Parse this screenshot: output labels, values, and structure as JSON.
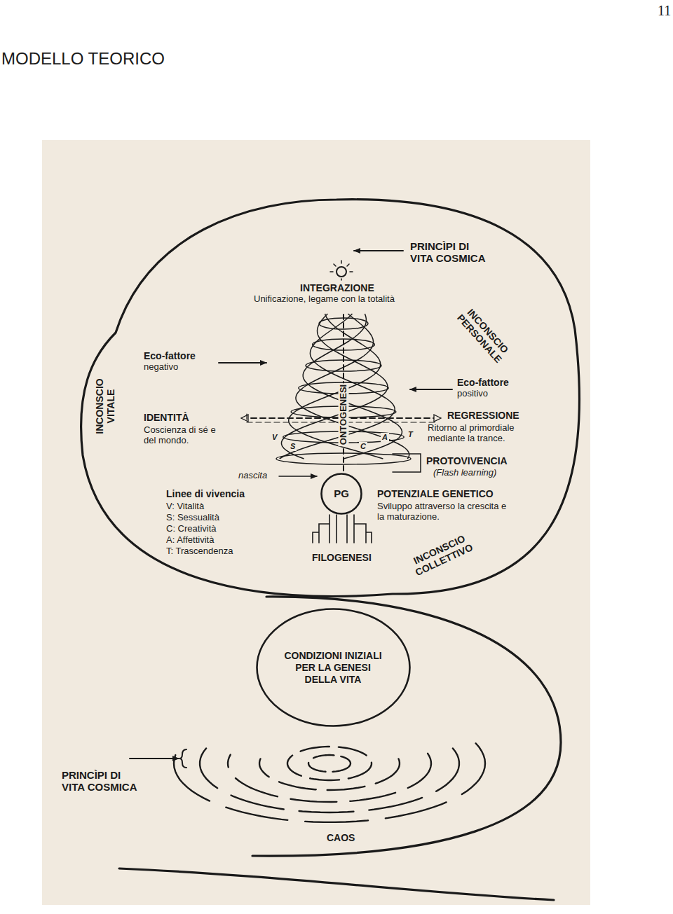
{
  "diagram": {
    "title": "MODELLO TEORICO",
    "nodes": [
      {
        "text": [
          "PG"
        ]
      },
      {
        "text": [
          "CONDIZIONI INIZIALI PER LA GENESI DELLA VITA"
        ]
      }
    ],
    "labels": [
      "11",
      "PRINCÌPI DI VITA COSMICA",
      "INTEGRAZIONE",
      "Unificazione, legame con la totalità",
      "INCONSCIO PERSONALE",
      "Eco-fattore",
      "negativo",
      "INCONSCIO VITALE",
      "ONTOGENESI",
      "Eco-fattore",
      "positivo",
      "IDENTITÀ",
      "Coscienza di sé e del mondo.",
      "REGRESSIONE",
      "Ritorno al primordiale mediante la trance.",
      "V",
      "S",
      "C",
      "A",
      "T",
      "PROTOVIVENCIA",
      "(Flash learning)",
      "nascita",
      "Linee di vivencia",
      "V: Vitalità",
      "S: Sessualità",
      "C: Creatività",
      "A: Affettività",
      "T: Trascendenza",
      "POTENZIALE GENETICO",
      "Sviluppo attraverso la crescita e la maturazione.",
      "FILOGENESI",
      "INCONSCIO COLLETTIVO",
      "PRINCÌPI DI VITA COSMICA",
      "CAOS"
    ]
  }
}
